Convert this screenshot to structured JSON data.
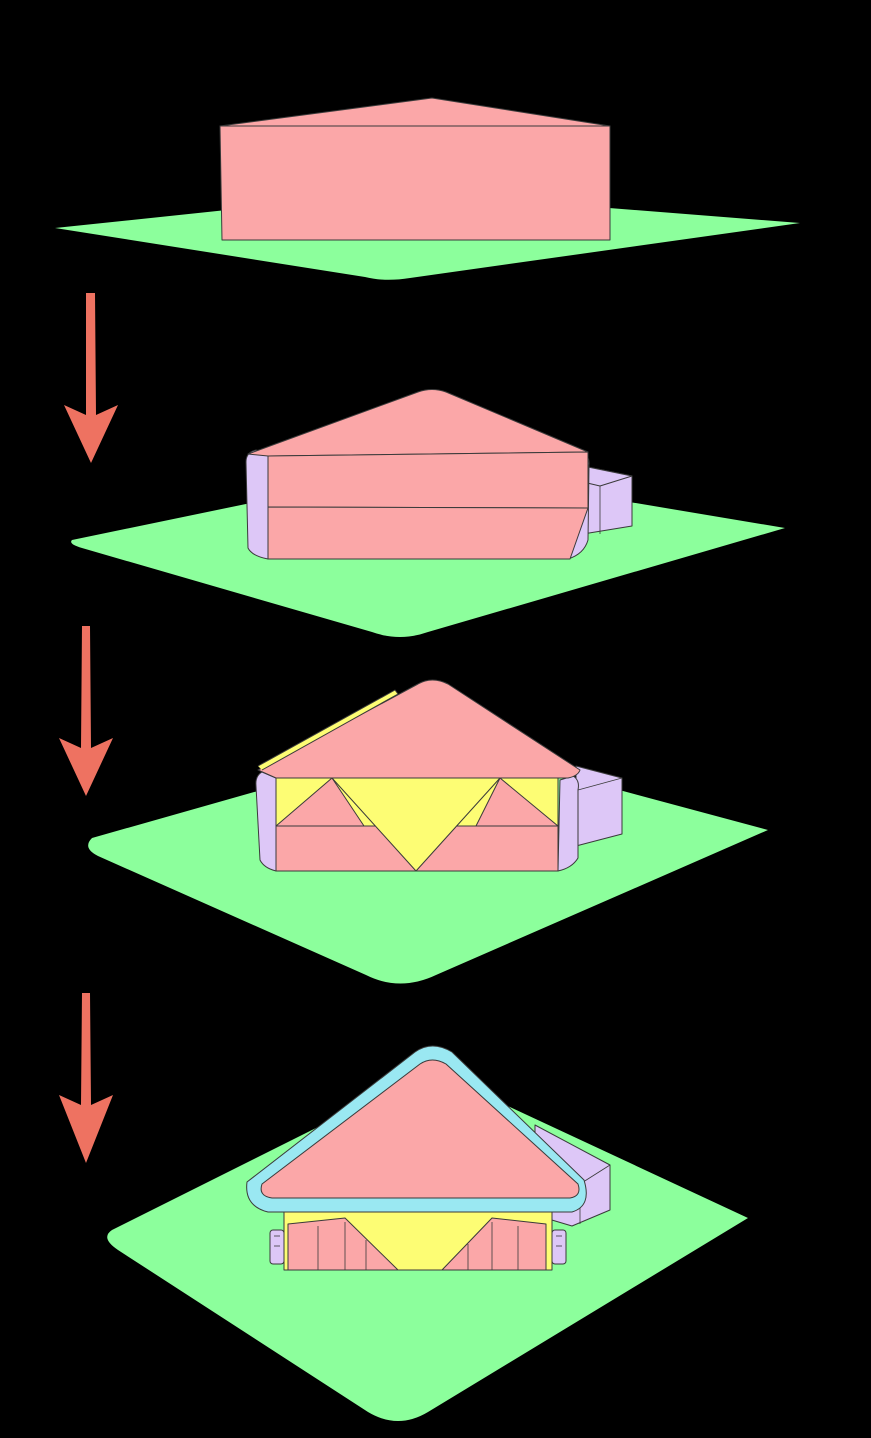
{
  "palette": {
    "background": "#000000",
    "ground": "#8cff9c",
    "mass": "#fba7a8",
    "side_volume": "#ddc7f7",
    "glazing": "#fdfd74",
    "canopy": "#9ae8f2",
    "arrow": "#ee7261",
    "line": "#3a3a3a"
  },
  "stages": [
    {
      "name": "stage-1-basic-massing",
      "parts": [
        "ground-plate",
        "base-mass"
      ]
    },
    {
      "name": "stage-2-split-volume",
      "parts": [
        "ground-plate",
        "base-mass",
        "side-volumes",
        "annex-box"
      ]
    },
    {
      "name": "stage-3-glazed-cutouts",
      "parts": [
        "ground-plate",
        "base-mass",
        "side-volumes",
        "annex-box",
        "glazing-triangles"
      ]
    },
    {
      "name": "stage-4-roof-canopy",
      "parts": [
        "ground-plate",
        "base-mass",
        "side-volumes",
        "annex-box",
        "glazing-triangles",
        "roof-canopy",
        "columns"
      ]
    }
  ],
  "arrows": [
    {
      "name": "transition-arrow-1",
      "from": "stage-1-basic-massing",
      "to": "stage-2-split-volume"
    },
    {
      "name": "transition-arrow-2",
      "from": "stage-2-split-volume",
      "to": "stage-3-glazed-cutouts"
    },
    {
      "name": "transition-arrow-3",
      "from": "stage-3-glazed-cutouts",
      "to": "stage-4-roof-canopy"
    }
  ]
}
